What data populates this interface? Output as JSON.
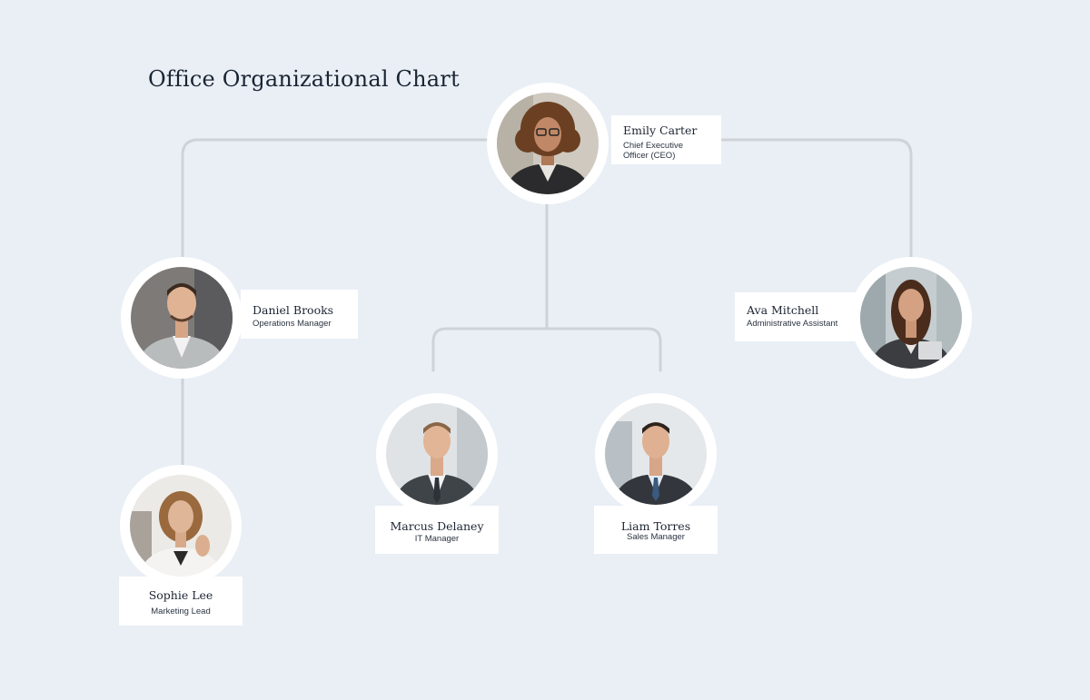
{
  "title": "Office Organizational Chart",
  "people": {
    "emily": {
      "name": "Emily Carter",
      "role_line1": "Chief Executive",
      "role_line2": "Officer (CEO)"
    },
    "daniel": {
      "name": "Daniel Brooks",
      "role": "Operations Manager"
    },
    "ava": {
      "name": "Ava Mitchell",
      "role": "Administrative Assistant"
    },
    "marcus": {
      "name": "Marcus Delaney",
      "role": "IT Manager"
    },
    "liam": {
      "name": "Liam Torres",
      "role": "Sales Manager"
    },
    "sophie": {
      "name": "Sophie Lee",
      "role": "Marketing Lead"
    }
  },
  "colors": {
    "background": "#e9eff5",
    "connector": "#cfd3d8",
    "card": "#ffffff"
  }
}
